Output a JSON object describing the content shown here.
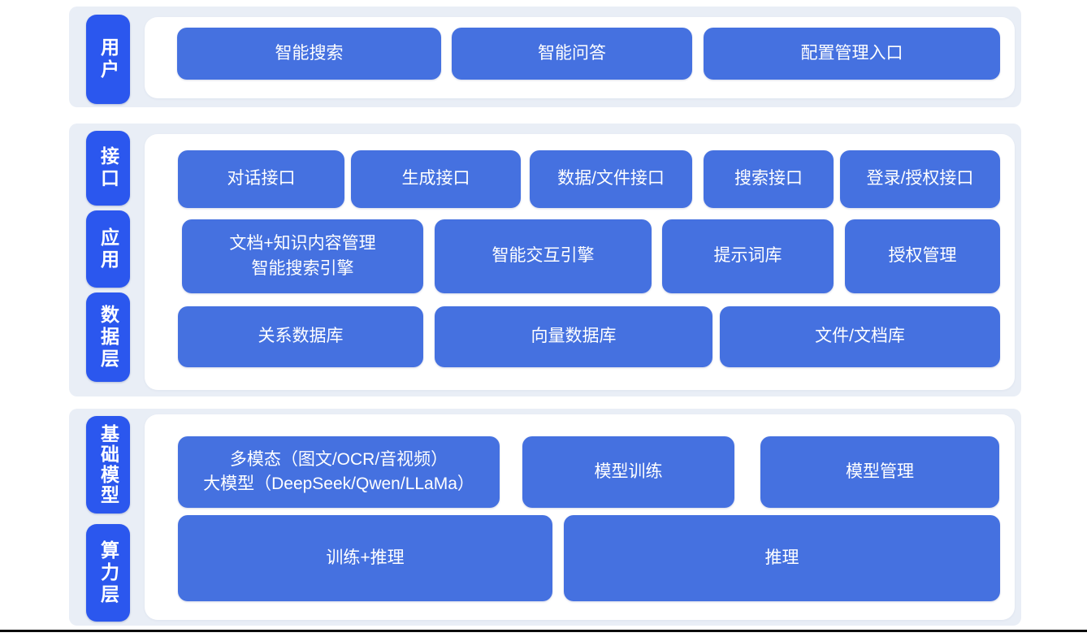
{
  "diagram_title": "AI platform layered architecture",
  "colors": {
    "layer_label_blue": "#2b57ee",
    "block_blue": "#4571e0",
    "band_background": "#e9eef6",
    "panel_background": "#ffffff",
    "text_white": "#ffffff",
    "bottom_rule": "#0c0c0c"
  },
  "sections": [
    {
      "name": "user-section",
      "labels": [
        {
          "text": "用户"
        }
      ],
      "rows": [
        {
          "buttons": [
            {
              "label": "智能搜索"
            },
            {
              "label": "智能问答"
            },
            {
              "label": "配置管理入口"
            }
          ]
        }
      ]
    },
    {
      "name": "interface-application-data-section",
      "labels": [
        {
          "text": "接口"
        },
        {
          "text": "应用"
        },
        {
          "text": "数据层"
        }
      ],
      "rows": [
        {
          "buttons": [
            {
              "label": "对话接口"
            },
            {
              "label": "生成接口"
            },
            {
              "label": "数据/文件接口"
            },
            {
              "label": "搜索接口"
            },
            {
              "label": "登录/授权接口"
            }
          ]
        },
        {
          "buttons": [
            {
              "label": "文档+知识内容管理\n智能搜索引擎"
            },
            {
              "label": "智能交互引擎"
            },
            {
              "label": "提示词库"
            },
            {
              "label": "授权管理"
            }
          ]
        },
        {
          "buttons": [
            {
              "label": "关系数据库"
            },
            {
              "label": "向量数据库"
            },
            {
              "label": "文件/文档库"
            }
          ]
        }
      ]
    },
    {
      "name": "model-compute-section",
      "labels": [
        {
          "text": "基础模型"
        },
        {
          "text": "算力层"
        }
      ],
      "rows": [
        {
          "buttons": [
            {
              "label": "多模态（图文/OCR/音视频）\n大模型（DeepSeek/Qwen/LLaMa）"
            },
            {
              "label": "模型训练"
            },
            {
              "label": "模型管理"
            }
          ]
        },
        {
          "buttons": [
            {
              "label": "训练+推理"
            },
            {
              "label": "推理"
            }
          ]
        }
      ]
    }
  ]
}
